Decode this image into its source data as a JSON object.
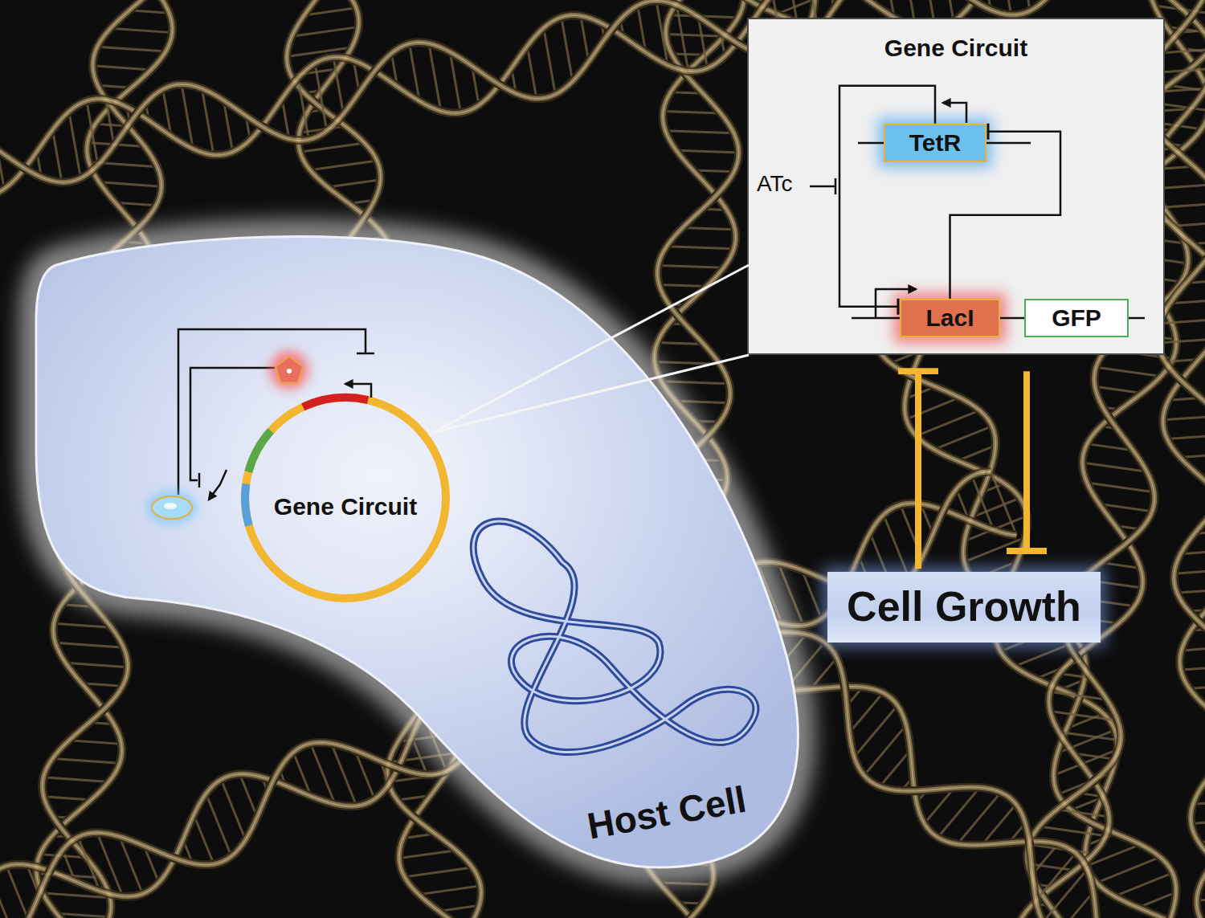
{
  "diagram": {
    "nodes": [
      {
        "text": [
          "Gene Circuit"
        ]
      },
      {
        "text": [
          "TetR"
        ],
        "in": 0
      },
      {
        "text": [
          "LacI"
        ],
        "in": 0
      },
      {
        "text": [
          "GFP"
        ],
        "in": 0
      },
      {
        "text": [
          "Host Cell"
        ]
      },
      {
        "text": [
          "Gene Circuit"
        ],
        "in": 4
      },
      {
        "text": [
          "Cell Growth"
        ]
      }
    ],
    "edges": [
      {
        "from": 1,
        "to": 2,
        "arrow": "to"
      },
      {
        "from": 2,
        "to": 1,
        "arrow": "to"
      },
      {
        "from": 6,
        "to": 2,
        "arrow": "to"
      },
      {
        "from": 3,
        "to": 6,
        "arrow": "to"
      }
    ],
    "labels": [
      "ATc"
    ]
  }
}
